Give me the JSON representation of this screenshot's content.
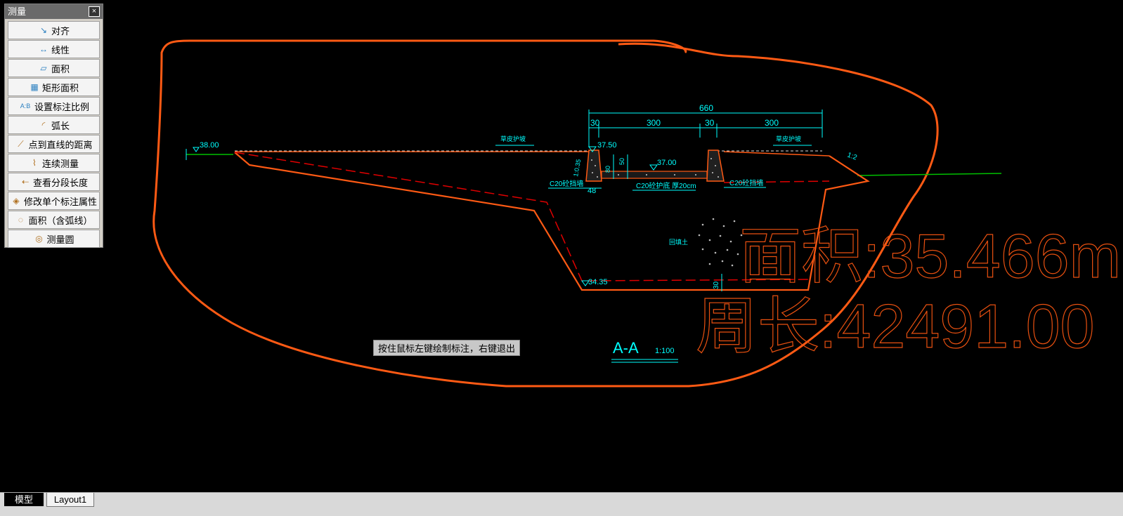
{
  "panel": {
    "title": "测量",
    "close": "×",
    "tools": [
      {
        "label": "对齐",
        "icon": "↘"
      },
      {
        "label": "线性",
        "icon": "↔"
      },
      {
        "label": "面积",
        "icon": "▱"
      },
      {
        "label": "矩形面积",
        "icon": "▦"
      },
      {
        "label": "设置标注比例",
        "icon": "A:B"
      },
      {
        "label": "弧长",
        "icon": "◜"
      },
      {
        "label": "点到直线的距离",
        "icon": "⟋"
      },
      {
        "label": "连续测量",
        "icon": "⌇"
      },
      {
        "label": "查看分段长度",
        "icon": "⇠"
      },
      {
        "label": "修改单个标注属性",
        "icon": "◈"
      },
      {
        "label": "面积（含弧线）",
        "icon": "◌"
      },
      {
        "label": "测量圆",
        "icon": "◎"
      }
    ]
  },
  "tooltip": "按住鼠标左键绘制标注，右键退出",
  "tabs": {
    "model": "模型",
    "layout": "Layout1"
  },
  "drawing": {
    "dim_660": "660",
    "dim_30a": "30",
    "dim_300a": "300",
    "dim_30b": "30",
    "dim_300b": "300",
    "elev_left": "38.00",
    "elev_top": "37.50",
    "elev_mid": "37.00",
    "elev_bottom": "34.35",
    "slope_right": "1:2",
    "slope_left_label": "1:0.35",
    "dim_50": "50",
    "dim_80": "80",
    "dim_48": "48",
    "dim_30c": "30",
    "label_wall_left": "C20砼挡墙",
    "label_wall_right": "C20砼挡墙",
    "label_bottom": "C20砼护底 厚20cm",
    "label_slope_left": "草皮护坡",
    "label_slope_right": "草皮护坡",
    "label_fill": "回填土",
    "section_title": "A-A",
    "section_scale": "1:100",
    "area_text": "面积:35.466m",
    "perimeter_text": "周长:42491.00"
  },
  "colors": {
    "measure_outline": "#ff5a14",
    "section_line": "#ff5a14",
    "dashed_line": "#e00000",
    "cyan": "#00ffff",
    "green": "#00c000",
    "result_text": "#e85010"
  }
}
